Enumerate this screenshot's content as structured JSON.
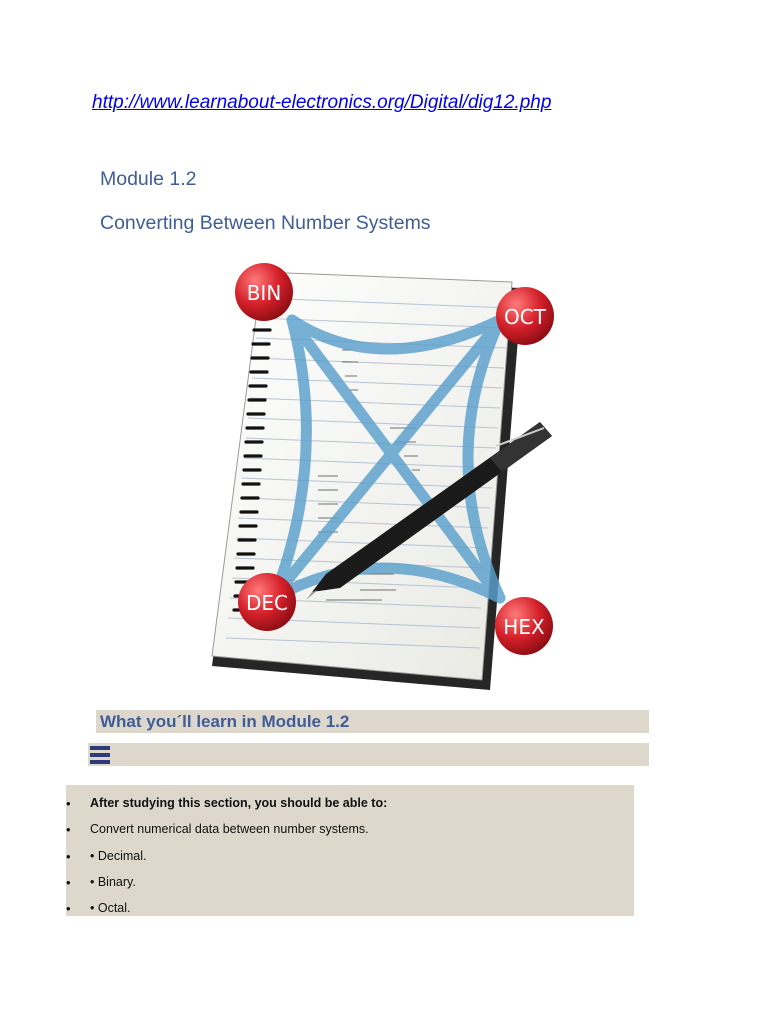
{
  "link": {
    "url_text": "http://www.learnabout-electronics.org/Digital/dig12.php"
  },
  "header": {
    "module": "Module 1.2",
    "title": "Converting Between Number Systems"
  },
  "illustration": {
    "badges": {
      "top_left": "BIN",
      "top_right": "OCT",
      "bottom_left": "DEC",
      "bottom_right": "HEX"
    },
    "colors": {
      "badge": "#d4202a",
      "arrows": "#5aa0cc",
      "notebook_cover": "#2a2a2a",
      "page": "#f4f4f0"
    }
  },
  "learn": {
    "heading": "What you´ll learn in Module 1.2"
  },
  "menu": {
    "icon": "hamburger-menu-icon"
  },
  "objectives": {
    "bullet": "•",
    "items": [
      "After studying this section, you should be able to:",
      "Convert numerical data between number systems.",
      "• Decimal.",
      "• Binary.",
      "• Octal."
    ]
  },
  "colors": {
    "heading_blue": "#3f5d96",
    "link_blue": "#0000ee",
    "panel_bg": "#ddd8cb",
    "menu_icon": "#2d3b7a"
  }
}
